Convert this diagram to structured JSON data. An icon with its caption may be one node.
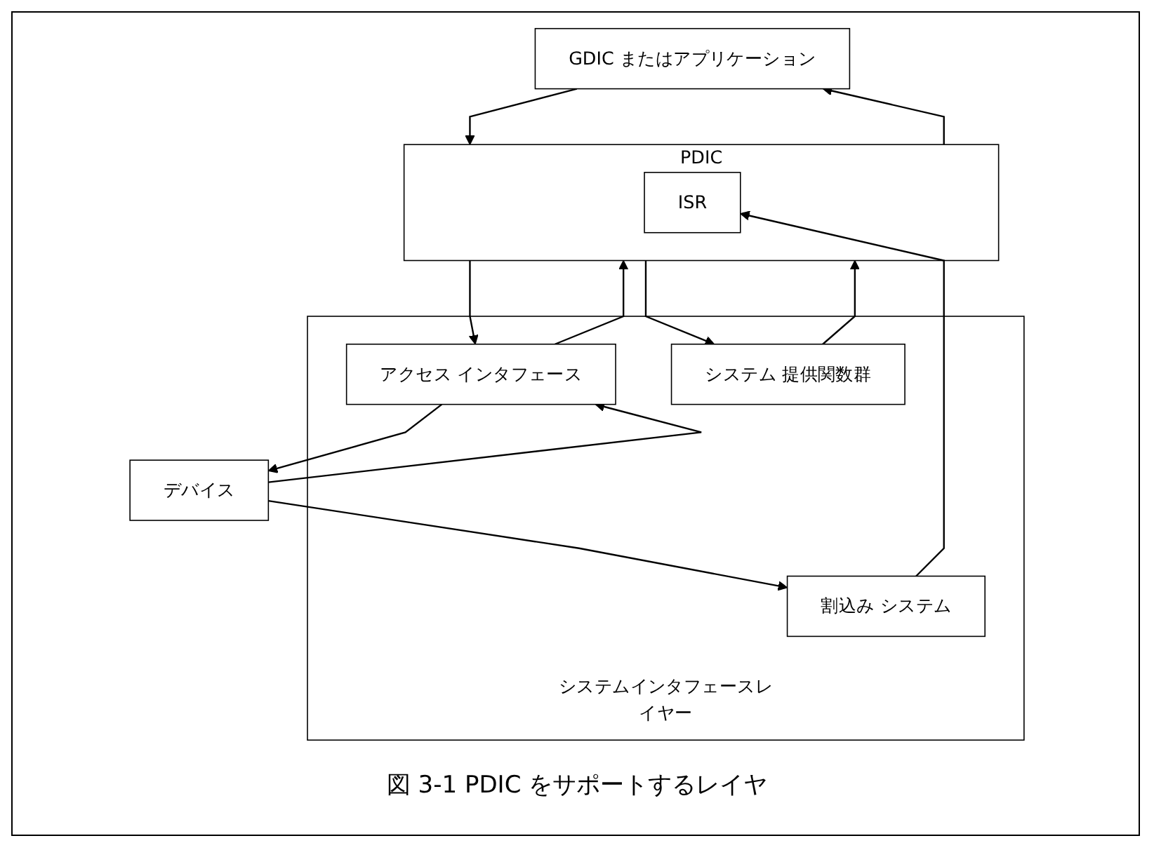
{
  "diagram": {
    "caption": "図 3-1 PDIC をサポートするレイヤ",
    "nodes": [
      {
        "text": [
          "GDIC またはアプリケーション"
        ]
      },
      {
        "text": [
          "PDIC"
        ]
      },
      {
        "text": [
          "ISR"
        ],
        "in": 1
      },
      {
        "text": [
          "システムインタフェースレイヤー"
        ]
      },
      {
        "text": [
          "アクセス インタフェース"
        ],
        "in": 3
      },
      {
        "text": [
          "システム 提供関数群"
        ],
        "in": 3
      },
      {
        "text": [
          "割込み システム"
        ],
        "in": 3
      },
      {
        "text": [
          "デバイス"
        ]
      }
    ],
    "edges": [
      {
        "from": 0,
        "to": 1,
        "arrow": "to"
      },
      {
        "from": 1,
        "to": 0,
        "arrow": "to"
      },
      {
        "from": 1,
        "to": 4,
        "arrow": "to"
      },
      {
        "from": 4,
        "to": 1,
        "arrow": "to"
      },
      {
        "from": 1,
        "to": 5,
        "arrow": "to"
      },
      {
        "from": 5,
        "to": 1,
        "arrow": "to"
      },
      {
        "from": 6,
        "to": 2,
        "arrow": "to"
      },
      {
        "from": 4,
        "to": 7,
        "arrow": "to"
      },
      {
        "from": 7,
        "to": 4,
        "arrow": "to"
      },
      {
        "from": 7,
        "to": 6,
        "arrow": "to"
      }
    ]
  }
}
